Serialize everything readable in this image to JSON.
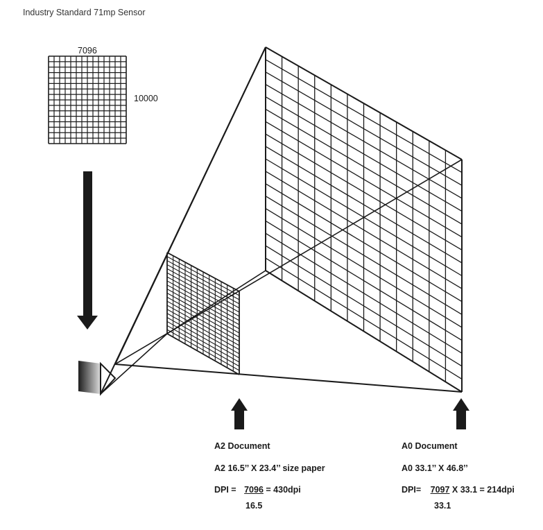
{
  "title": "Industry Standard 71mp Sensor",
  "sensor": {
    "width_label": "7096",
    "height_label": "10000"
  },
  "a2": {
    "heading": "A2 Document",
    "size": "A2 16.5’’ X 23.4’’ size paper",
    "dpi_prefix": "DPI =",
    "numerator": "7096",
    "result": " = 430dpi",
    "denominator": "16.5"
  },
  "a0": {
    "heading": "A0 Document",
    "size": "A0 33.1’’ X 46.8’’",
    "dpi_prefix": "DPI=",
    "numerator": "7097",
    "result": " X 33.1 = 214dpi",
    "denominator": "33.1"
  },
  "colors": {
    "ink": "#1a1a1a",
    "lens_dark": "#1e1e1e",
    "lens_light": "#dddddd"
  },
  "icons": [
    "down-arrow-icon",
    "up-arrow-icon",
    "camera-lens-icon"
  ]
}
